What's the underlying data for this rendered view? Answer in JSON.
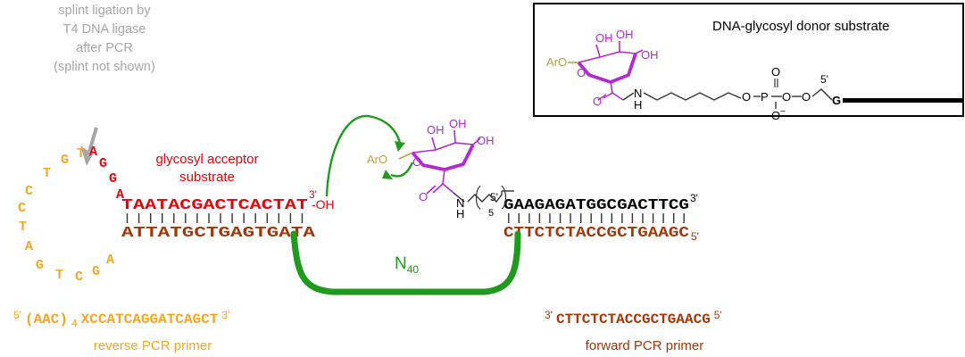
{
  "colors": {
    "orange": "#f5a623",
    "red": "#e8000b",
    "brown": "#a0380a",
    "green": "#1e9a1e",
    "purple": "#b22bd0",
    "gold": "#b8a33a",
    "gray": "#a6a6a6",
    "black": "#000000"
  },
  "splint_note": [
    "splint ligation by",
    "T4 DNA ligase",
    "after PCR",
    "(splint not shown)"
  ],
  "acceptor_label": [
    "glycosyl acceptor",
    "substrate"
  ],
  "loop_letters": [
    "A",
    "G",
    "G",
    "A",
    "T",
    "G",
    "T",
    "C",
    "C",
    "T",
    "A",
    "G",
    "T",
    "C",
    "G",
    "A"
  ],
  "top_left_strand": "TAATACGACTCACTAT",
  "top_left_3prime": "3'",
  "oh_label": "-OH",
  "bottom_left_strand": "ATTATGCTGAGTGATA",
  "top_right_5prime": "5'",
  "top_right_strand": "GAAGAGATGGCGACTTCG",
  "top_right_3prime": "3'",
  "bottom_right_strand": "CTTCTCTACCGCTGAAGC",
  "bottom_right_5prime": "5'",
  "n40_base": "N",
  "n40_sub": "40",
  "sugar": {
    "oh": "OH",
    "aro": "ArO",
    "o": "O",
    "n": "N",
    "h": "H",
    "five": "5"
  },
  "reverse_primer": {
    "prime5": "5'",
    "aac": "(AAC)",
    "sub": "4",
    "seq": "XCCATCAGGATCAGCT",
    "prime3": "3'",
    "label": "reverse PCR primer"
  },
  "forward_primer": {
    "prime3": "3'",
    "seq": "CTTCTCTACCGCTGAACG",
    "prime5": "5'",
    "label": "forward PCR primer"
  },
  "inset": {
    "title": "DNA-glycosyl donor substrate",
    "p": "P",
    "o": "O",
    "o_minus": "O",
    "minus": "−",
    "five_prime": "5'",
    "g": "G"
  }
}
